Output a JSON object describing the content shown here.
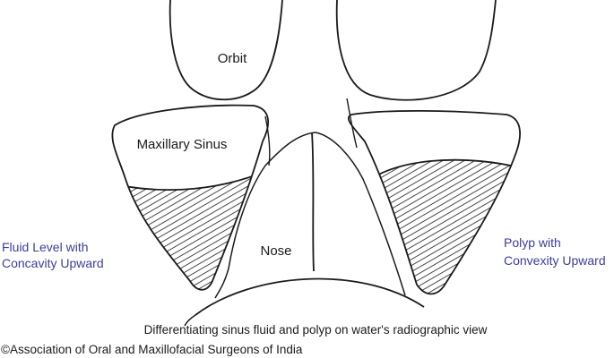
{
  "labels": {
    "orbit": "Orbit",
    "maxillary_sinus": "Maxillary Sinus",
    "nose": "Nose",
    "fluid_line1": "Fluid Level with",
    "fluid_line2": "Concavity Upward",
    "polyp_line1": "Polyp with",
    "polyp_line2": "Convexity Upward"
  },
  "caption": "Differentiating sinus fluid and polyp on water's radiographic view",
  "copyright": "©Association of Oral and Maxillofacial Surgeons of India",
  "colors": {
    "outline": "#1a1a1a",
    "accent_text": "#3d3d9c"
  }
}
